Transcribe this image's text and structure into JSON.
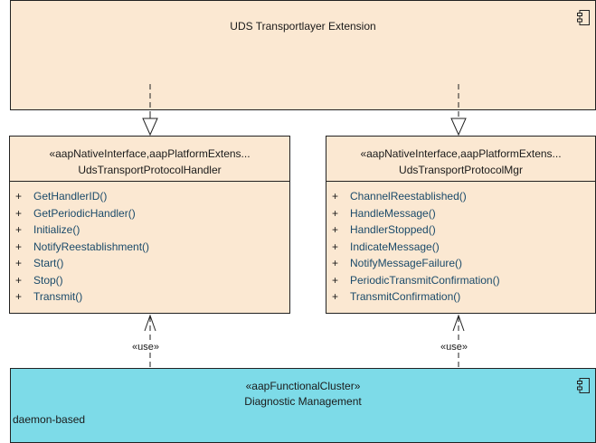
{
  "top_component": {
    "name": "UDS Transportlayer Extension",
    "icon": "component-icon"
  },
  "left_interface": {
    "stereotype": "«aapNativeInterface,aapPlatformExtens...",
    "name": "UdsTransportProtocolHandler",
    "operations": [
      {
        "vis": "+",
        "name": "GetHandlerID()"
      },
      {
        "vis": "+",
        "name": "GetPeriodicHandler()"
      },
      {
        "vis": "+",
        "name": "Initialize()"
      },
      {
        "vis": "+",
        "name": "NotifyReestablishment()"
      },
      {
        "vis": "+",
        "name": "Start()"
      },
      {
        "vis": "+",
        "name": "Stop()"
      },
      {
        "vis": "+",
        "name": "Transmit()"
      }
    ]
  },
  "right_interface": {
    "stereotype": "«aapNativeInterface,aapPlatformExtens...",
    "name": "UdsTransportProtocolMgr",
    "operations": [
      {
        "vis": "+",
        "name": "ChannelReestablished()"
      },
      {
        "vis": "+",
        "name": "HandleMessage()"
      },
      {
        "vis": "+",
        "name": "HandlerStopped()"
      },
      {
        "vis": "+",
        "name": "IndicateMessage()"
      },
      {
        "vis": "+",
        "name": "NotifyMessageFailure()"
      },
      {
        "vis": "+",
        "name": "PeriodicTransmitConfirmation()"
      },
      {
        "vis": "+",
        "name": "TransmitConfirmation()"
      }
    ]
  },
  "bottom_component": {
    "stereotype": "«aapFunctionalCluster»",
    "name": "Diagnostic Management",
    "property": "daemon-based",
    "icon": "component-icon"
  },
  "connections": {
    "left_use_label": "«use»",
    "right_use_label": "«use»"
  },
  "colors": {
    "component_fill": "#fbe8d2",
    "cluster_fill": "#7ddbe8"
  }
}
